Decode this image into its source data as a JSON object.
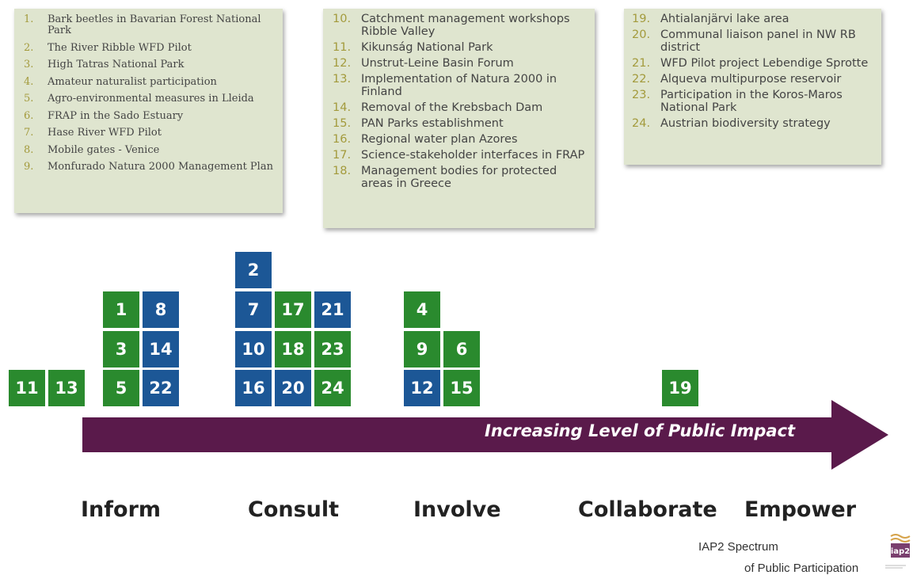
{
  "colors": {
    "panel": "#dfe5cf",
    "number": "#a39a3c",
    "text": "#444444",
    "green": "#2a8a2e",
    "blue": "#1c5796",
    "arrow": "#5a1a4b"
  },
  "case_lists": [
    {
      "items": [
        {
          "num": "1.",
          "text": "Bark beetles in Bavarian Forest National Park"
        },
        {
          "num": "2.",
          "text": "The River Ribble WFD Pilot"
        },
        {
          "num": "3.",
          "text": "High Tatras National Park"
        },
        {
          "num": "4.",
          "text": "Amateur naturalist participation"
        },
        {
          "num": "5.",
          "text": "Agro-environmental measures in Lleida"
        },
        {
          "num": "6.",
          "text": "FRAP in the Sado Estuary"
        },
        {
          "num": "7.",
          "text": "Hase River WFD Pilot"
        },
        {
          "num": "8.",
          "text": "Mobile gates - Venice"
        },
        {
          "num": "9.",
          "text": "Monfurado Natura 2000 Management Plan"
        }
      ]
    },
    {
      "items": [
        {
          "num": "10.",
          "text": "Catchment management workshops Ribble Valley"
        },
        {
          "num": "11.",
          "text": "Kikunság National Park"
        },
        {
          "num": "12.",
          "text": "Unstrut-Leine Basin Forum"
        },
        {
          "num": "13.",
          "text": "Implementation of Natura 2000 in Finland"
        },
        {
          "num": "14.",
          "text": "Removal of the Krebsbach Dam"
        },
        {
          "num": "15.",
          "text": "PAN Parks establishment"
        },
        {
          "num": "16.",
          "text": "Regional water plan Azores"
        },
        {
          "num": "17.",
          "text": "Science-stakeholder interfaces in FRAP"
        },
        {
          "num": "18.",
          "text": "Management bodies for protected areas in Greece"
        }
      ]
    },
    {
      "items": [
        {
          "num": "19.",
          "text": "Ahtialanjärvi lake area"
        },
        {
          "num": "20.",
          "text": "Communal liaison panel in NW RB district"
        },
        {
          "num": "21.",
          "text": "WFD Pilot project Lebendige Sprotte"
        },
        {
          "num": "22.",
          "text": "Alqueva multipurpose reservoir"
        },
        {
          "num": "23.",
          "text": "Participation in the Koros-Maros National Park"
        },
        {
          "num": "24.",
          "text": "Austrian biodiversity strategy"
        }
      ]
    }
  ],
  "tiles": [
    {
      "label": "11",
      "color": "green"
    },
    {
      "label": "13",
      "color": "green"
    },
    {
      "label": "1",
      "color": "green"
    },
    {
      "label": "3",
      "color": "green"
    },
    {
      "label": "5",
      "color": "green"
    },
    {
      "label": "8",
      "color": "blue"
    },
    {
      "label": "14",
      "color": "blue"
    },
    {
      "label": "22",
      "color": "blue"
    },
    {
      "label": "2",
      "color": "blue"
    },
    {
      "label": "7",
      "color": "blue"
    },
    {
      "label": "10",
      "color": "blue"
    },
    {
      "label": "16",
      "color": "blue"
    },
    {
      "label": "17",
      "color": "green"
    },
    {
      "label": "18",
      "color": "green"
    },
    {
      "label": "20",
      "color": "blue"
    },
    {
      "label": "21",
      "color": "blue"
    },
    {
      "label": "23",
      "color": "green"
    },
    {
      "label": "24",
      "color": "green"
    },
    {
      "label": "4",
      "color": "green"
    },
    {
      "label": "9",
      "color": "green"
    },
    {
      "label": "12",
      "color": "blue"
    },
    {
      "label": "6",
      "color": "green"
    },
    {
      "label": "15",
      "color": "green"
    },
    {
      "label": "19",
      "color": "green"
    }
  ],
  "arrow_label": "Increasing Level of Public Impact",
  "levels": [
    "Inform",
    "Consult",
    "Involve",
    "Collaborate",
    "Empower"
  ],
  "caption": {
    "line1": "IAP2 Spectrum",
    "line2": "of Public Participation"
  },
  "logo_text": "iap2"
}
